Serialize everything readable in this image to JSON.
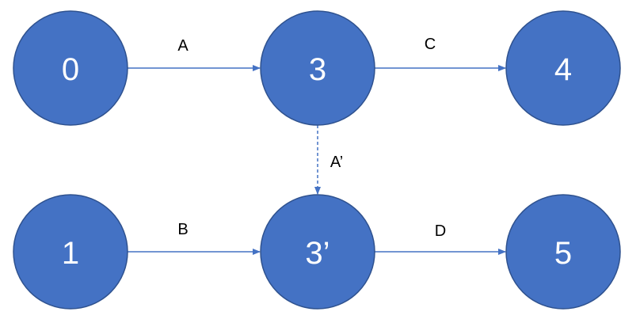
{
  "colors": {
    "node_fill": "#4472C4",
    "node_stroke": "#2F528F",
    "edge": "#4472C4",
    "label_text": "#000000",
    "node_text": "#FFFFFF"
  },
  "nodes": [
    {
      "id": "n0",
      "label": "0"
    },
    {
      "id": "n3",
      "label": "3"
    },
    {
      "id": "n4",
      "label": "4"
    },
    {
      "id": "n1",
      "label": "1"
    },
    {
      "id": "n3p",
      "label": "3’"
    },
    {
      "id": "n5",
      "label": "5"
    }
  ],
  "edges": [
    {
      "id": "eA",
      "from": "n0",
      "to": "n3",
      "label": "A",
      "style": "solid"
    },
    {
      "id": "eC",
      "from": "n3",
      "to": "n4",
      "label": "C",
      "style": "solid"
    },
    {
      "id": "eAp",
      "from": "n3",
      "to": "n3p",
      "label": "A’",
      "style": "dashed"
    },
    {
      "id": "eB",
      "from": "n1",
      "to": "n3p",
      "label": "B",
      "style": "solid"
    },
    {
      "id": "eD",
      "from": "n3p",
      "to": "n5",
      "label": "D",
      "style": "solid"
    }
  ]
}
